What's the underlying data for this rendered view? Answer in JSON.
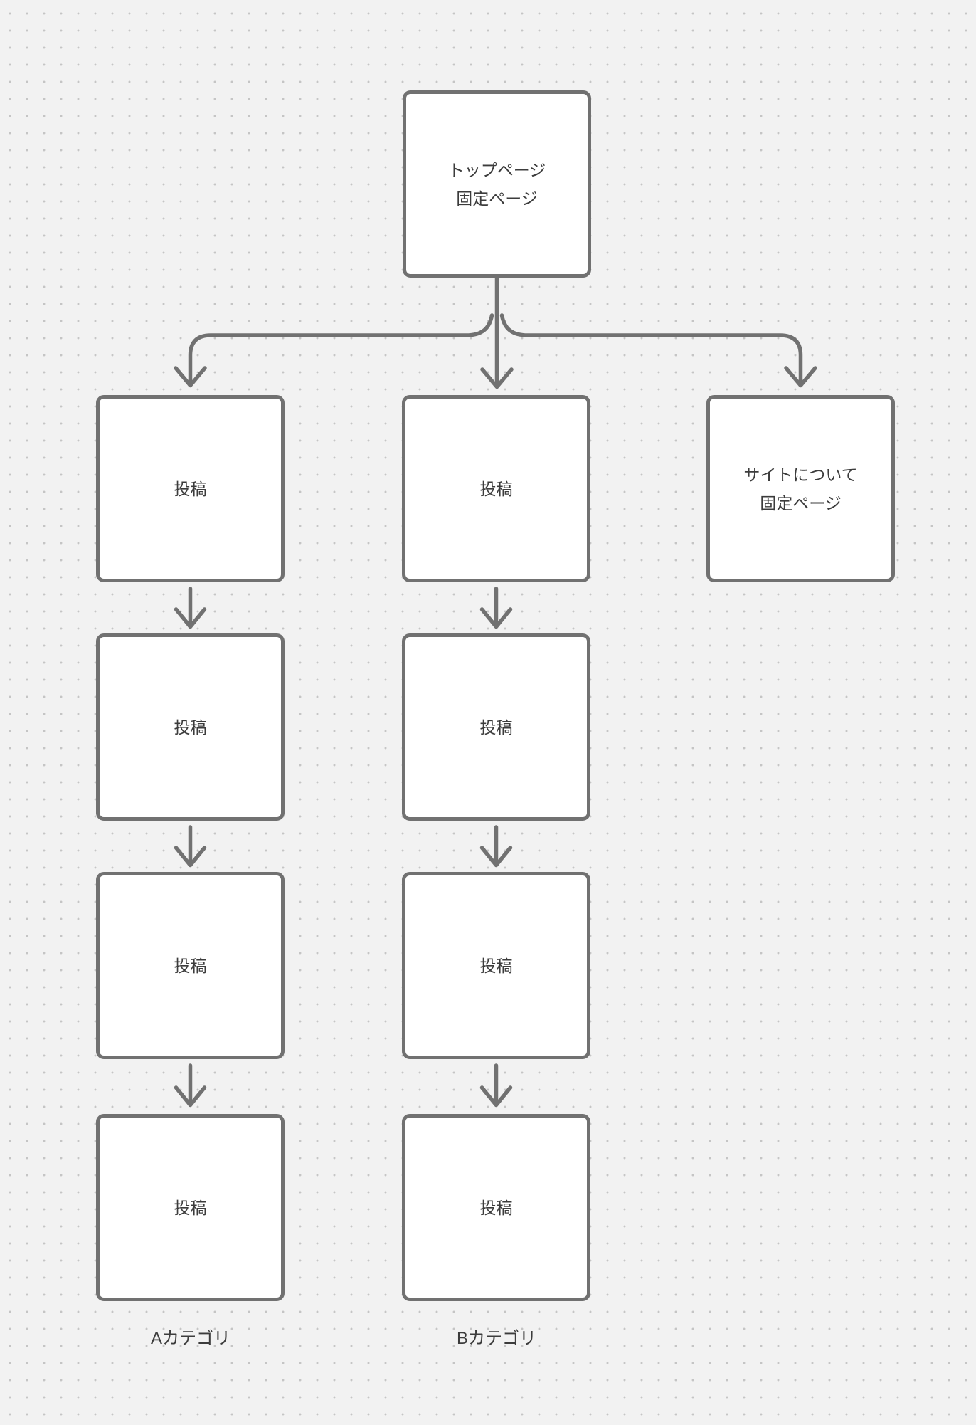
{
  "colors": {
    "background": "#f2f2f2",
    "dot": "#c5c5c5",
    "line": "#717171",
    "box_fill": "#ffffff",
    "box_border": "#717171",
    "text": "#3c3c3c"
  },
  "nodes": {
    "top": {
      "line1": "トップページ",
      "line2": "固定ページ"
    },
    "a1": {
      "label": "投稿"
    },
    "a2": {
      "label": "投稿"
    },
    "a3": {
      "label": "投稿"
    },
    "a4": {
      "label": "投稿"
    },
    "b1": {
      "label": "投稿"
    },
    "b2": {
      "label": "投稿"
    },
    "b3": {
      "label": "投稿"
    },
    "b4": {
      "label": "投稿"
    },
    "about": {
      "line1": "サイトについて",
      "line2": "固定ページ"
    }
  },
  "labels": {
    "column_a": "Aカテゴリ",
    "column_b": "Bカテゴリ"
  }
}
